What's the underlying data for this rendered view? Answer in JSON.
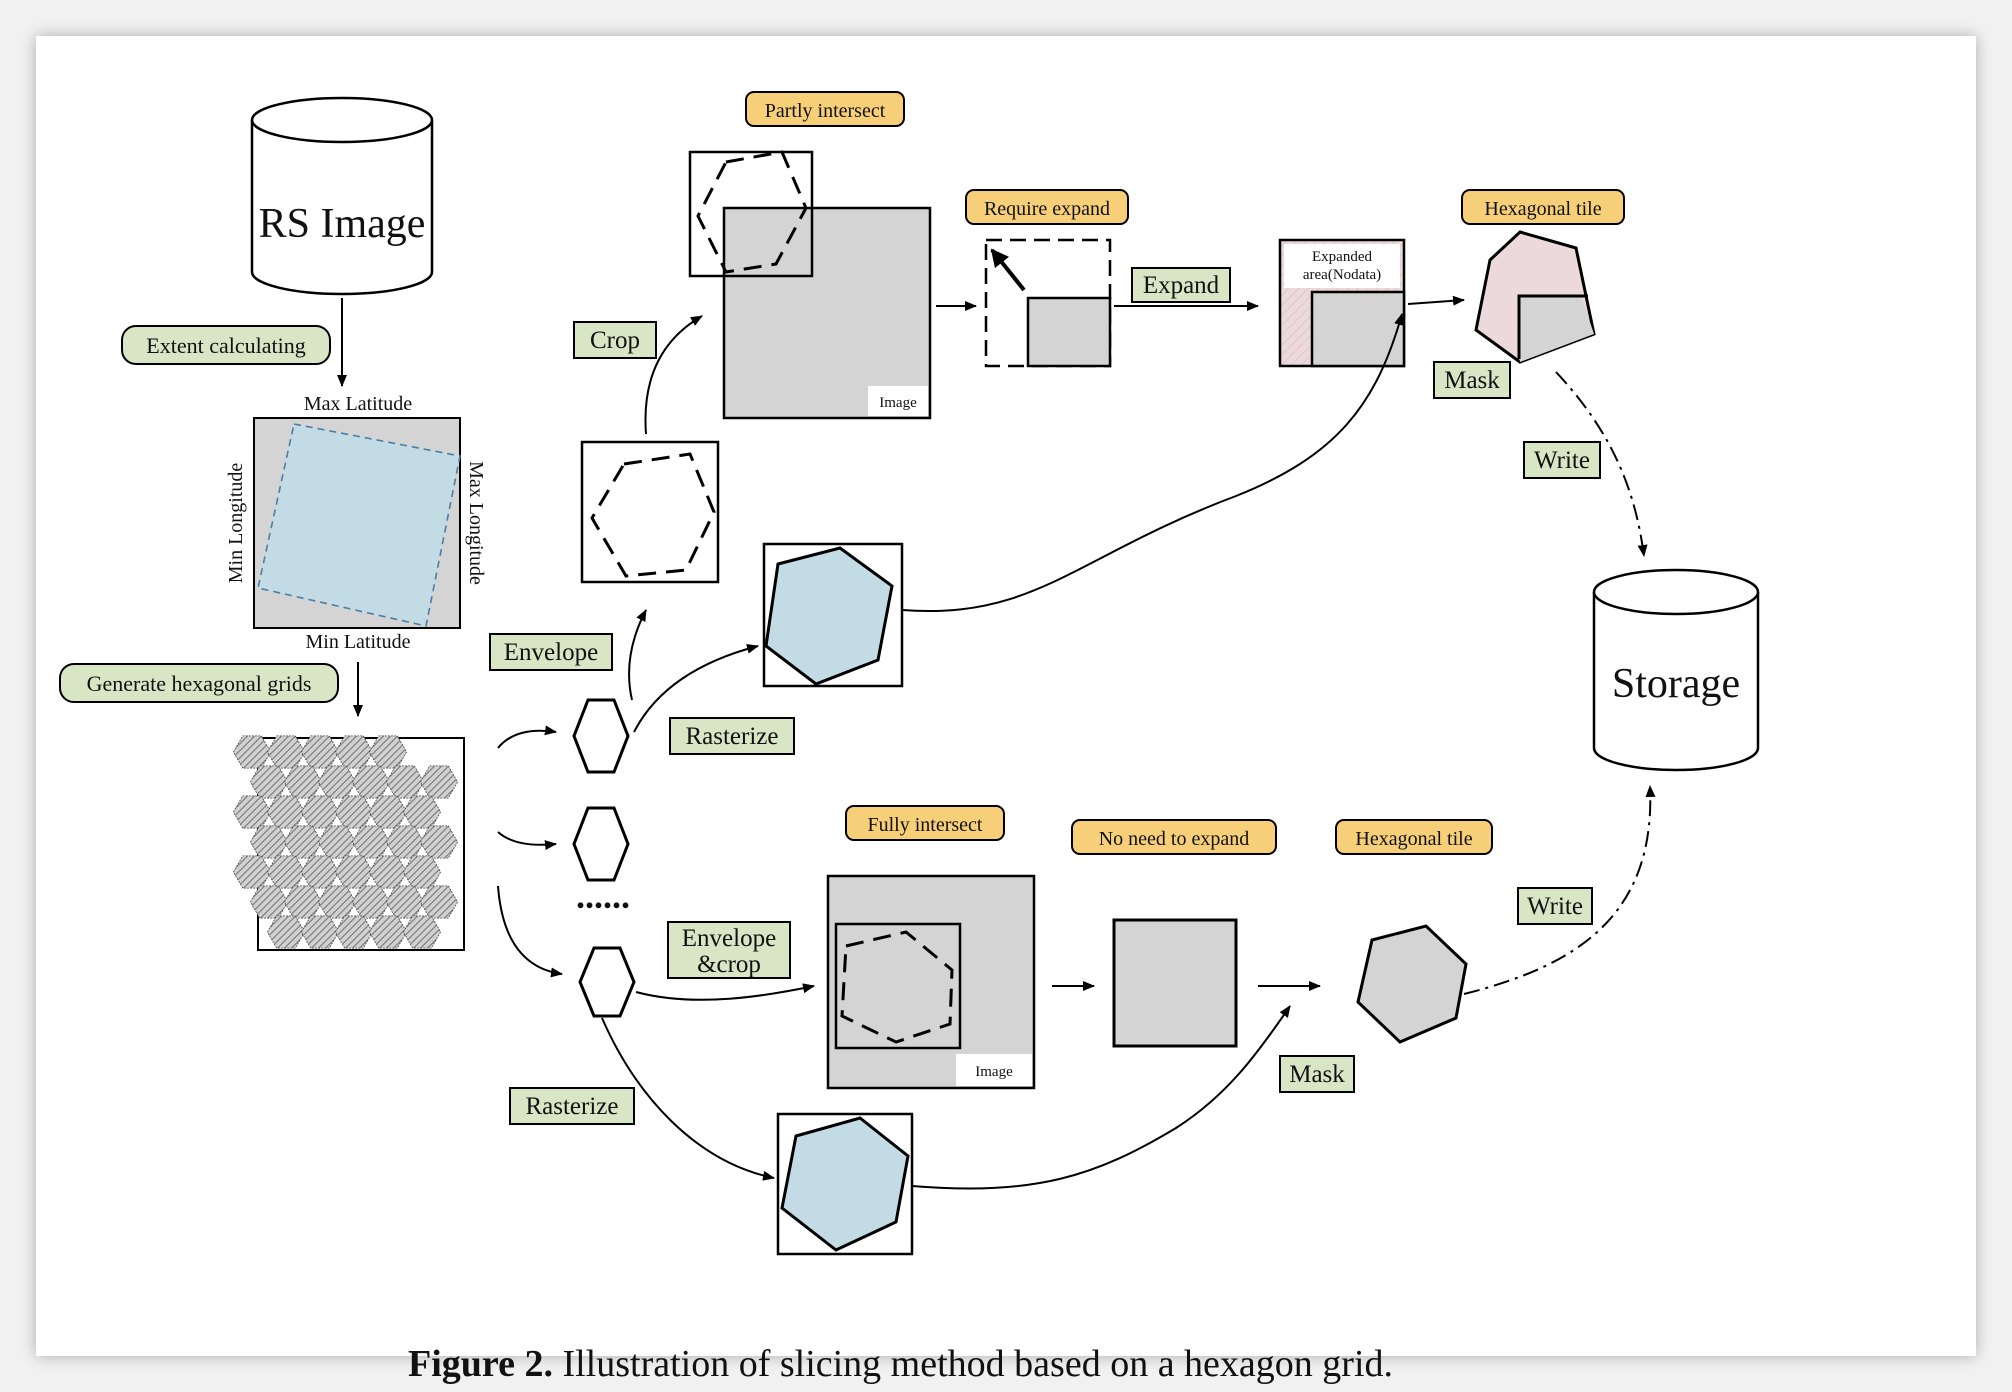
{
  "colors": {
    "green_label": "#d8e6c6",
    "orange_label": "#f6cf78",
    "gray_fill": "#d4d4d4",
    "blue_fill": "#c3dbe4",
    "pink_fill": "#ecd9dc"
  },
  "nodes": {
    "rs_image": "RS Image",
    "storage": "Storage"
  },
  "labels": {
    "extent_calculating": "Extent calculating",
    "generate_hexagonal_grids": "Generate hexagonal grids",
    "crop": "Crop",
    "envelope": "Envelope",
    "rasterize_top": "Rasterize",
    "envelope_crop_line1": "Envelope",
    "envelope_crop_line2": "&crop",
    "rasterize_bottom": "Rasterize",
    "expand": "Expand",
    "mask_top": "Mask",
    "mask_bottom": "Mask",
    "write_top": "Write",
    "write_bottom": "Write"
  },
  "status_tags": {
    "partly_intersect": "Partly intersect",
    "require_expand": "Require expand",
    "hexagonal_tile_top": "Hexagonal tile",
    "fully_intersect": "Fully intersect",
    "no_need_to_expand": "No need to expand",
    "hexagonal_tile_bottom": "Hexagonal tile"
  },
  "extent_box": {
    "max_latitude": "Max Latitude",
    "min_latitude": "Min Latitude",
    "min_longitude": "Min Longitude",
    "max_longitude": "Max Longitude"
  },
  "inner_text": {
    "image_top": "Image",
    "image_bottom": "Image",
    "expanded_area_line1": "Expanded",
    "expanded_area_line2": "area(Nodata)"
  },
  "ellipsis": "......",
  "caption": {
    "label": "Figure 2.",
    "text": "Illustration of slicing method based on a hexagon grid."
  }
}
